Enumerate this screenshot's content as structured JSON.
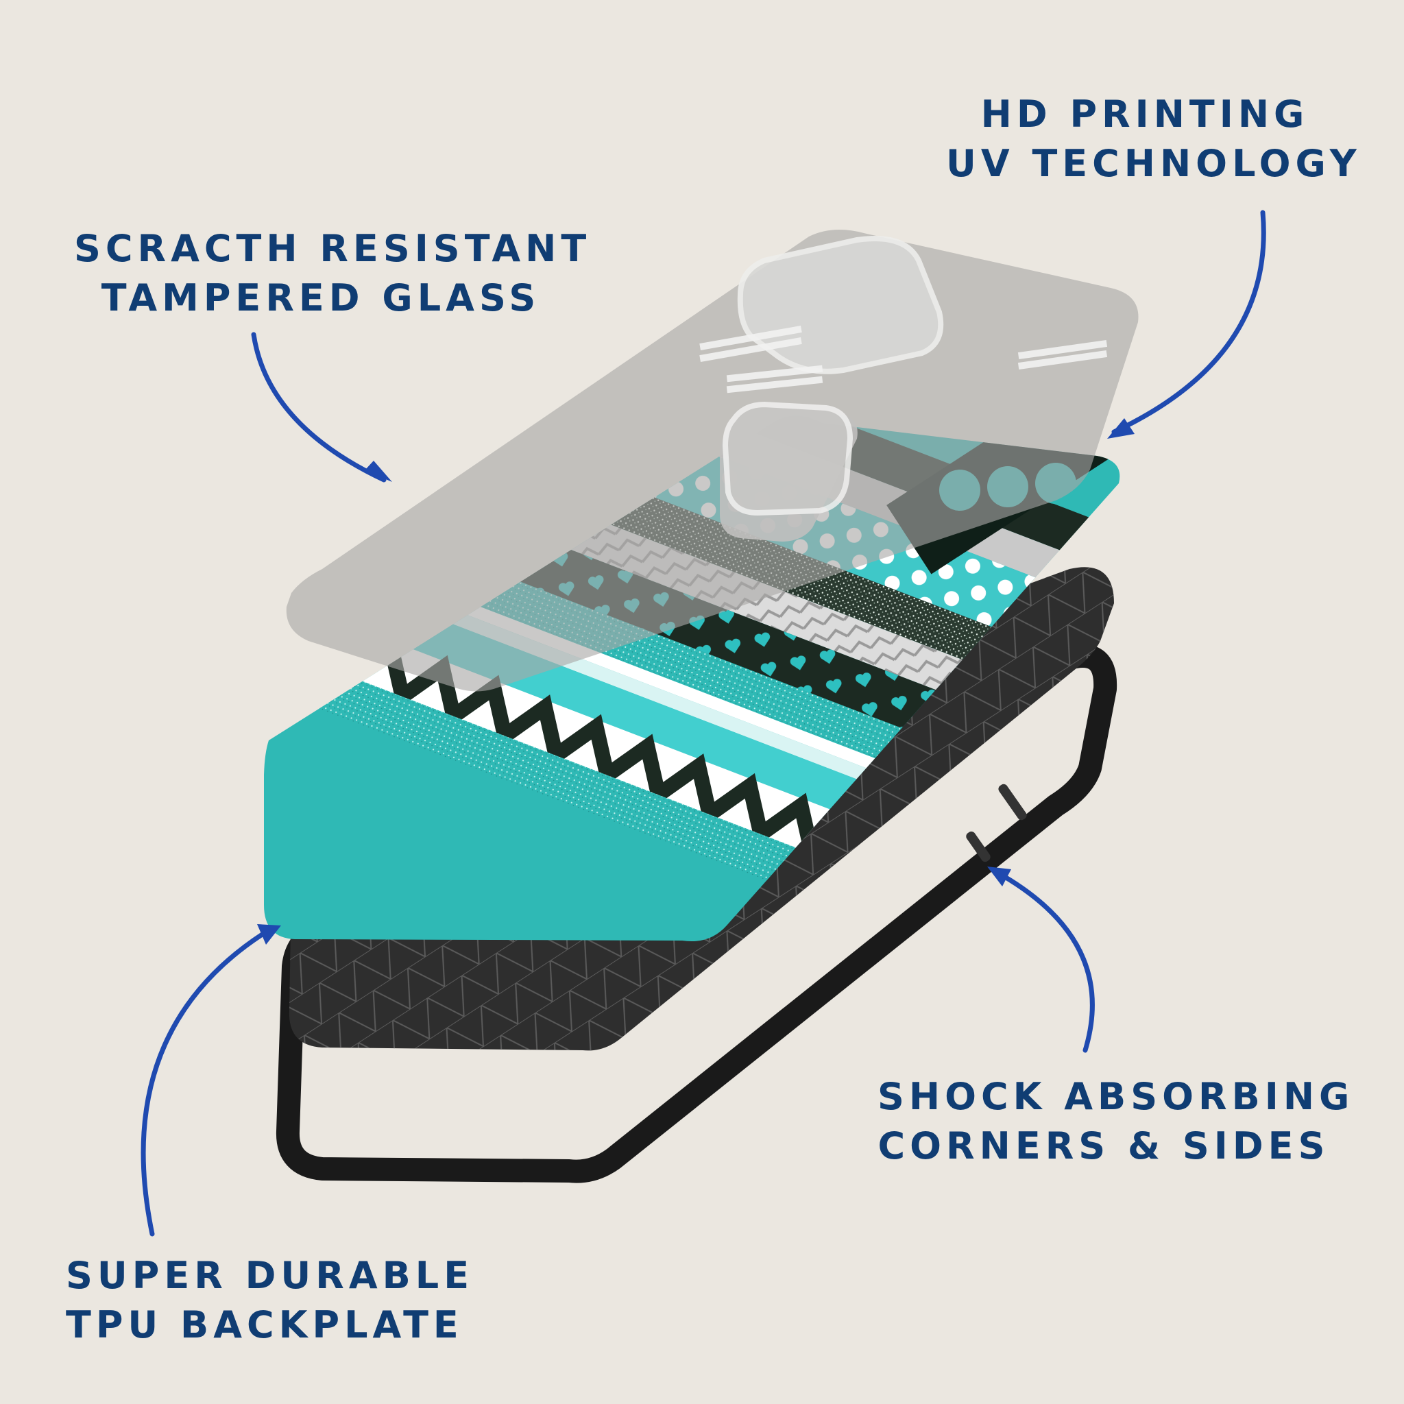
{
  "labels": {
    "glass": {
      "line1": "SCRACTH RESISTANT",
      "line2": "TAMPERED GLASS"
    },
    "hd": {
      "line1": "HD PRINTING",
      "line2": "UV TECHNOLOGY"
    },
    "shock": {
      "line1": "SHOCK ABSORBING",
      "line2": "CORNERS & SIDES"
    },
    "tpu": {
      "line1": "SUPER DURABLE",
      "line2": "TPU BACKPLATE"
    }
  },
  "colors": {
    "background": "#ebe7e0",
    "text": "#103d73",
    "arrow": "#1f4ab0",
    "teal": "#2ebfbf",
    "dark": "#1c2a22",
    "backplate": "#2e2e2e",
    "bumper": "#1a1a1a"
  },
  "icons": {
    "arrows": [
      "curved-arrow-icon",
      "curved-arrow-icon",
      "curved-arrow-icon",
      "curved-arrow-icon"
    ]
  }
}
